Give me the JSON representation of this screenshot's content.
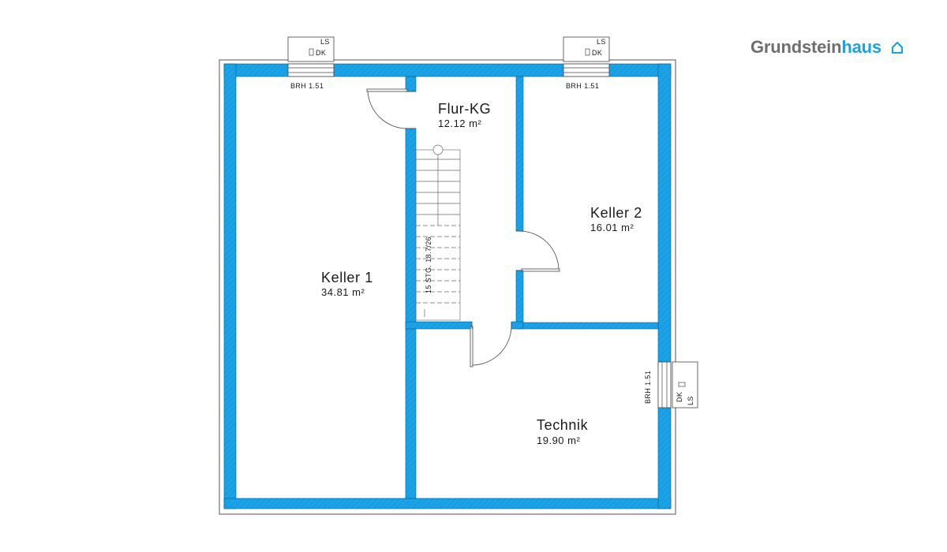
{
  "logo": {
    "part1": "Grundstein",
    "part2": "haus",
    "icon": "house-icon",
    "color_grey": "#6e6e6e",
    "color_blue": "#1aa3e0"
  },
  "wall_color": "#1aa3e8",
  "rooms": [
    {
      "id": "keller1",
      "name": "Keller 1",
      "area": "34.81 m²"
    },
    {
      "id": "flur",
      "name": "Flur-KG",
      "area": "12.12 m²"
    },
    {
      "id": "keller2",
      "name": "Keller 2",
      "area": "16.01 m²"
    },
    {
      "id": "technik",
      "name": "Technik",
      "area": "19.90 m²"
    }
  ],
  "windows": [
    {
      "id": "window-top-left",
      "type1": "LS",
      "type2": "DK",
      "sill": "BRH 1.51"
    },
    {
      "id": "window-top-right",
      "type1": "LS",
      "type2": "DK",
      "sill": "BRH 1.51"
    },
    {
      "id": "window-right",
      "type1": "LS",
      "type2": "DK",
      "sill": "BRH 1.51"
    }
  ],
  "stair": {
    "label": "15 STG. 18.7/26"
  }
}
